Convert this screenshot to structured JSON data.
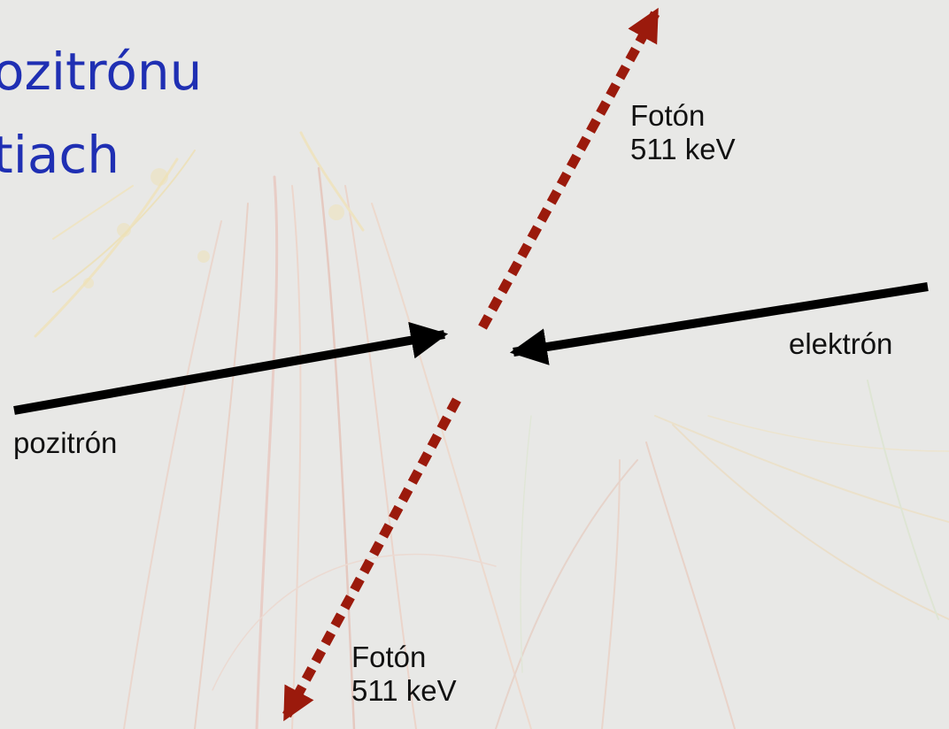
{
  "slide": {
    "title_lines": [
      "ozitrónu",
      "tiach"
    ],
    "title_color": "#1f2fb3"
  },
  "diagram": {
    "labels": {
      "photon_top": [
        "Fotón",
        "511 keV"
      ],
      "photon_bottom": [
        "Fotón",
        "511 keV"
      ],
      "electron": "elektrón",
      "positron": "pozitrón"
    },
    "colors": {
      "photon": "#9b1a0c",
      "particle": "#000000"
    }
  }
}
